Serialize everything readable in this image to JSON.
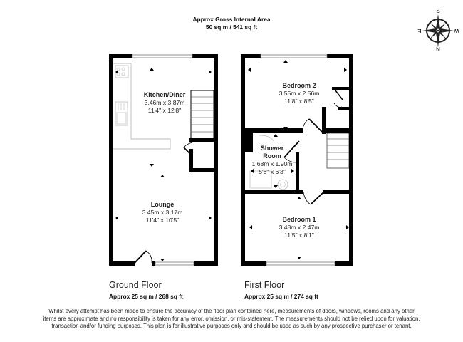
{
  "header": {
    "title": "Approx Gross Internal Area",
    "area": "50 sq m / 541 sq ft"
  },
  "compass": {
    "north": "N",
    "south": "S",
    "east": "E",
    "west": "W"
  },
  "ground_floor": {
    "title": "Ground Floor",
    "area": "Approx 25 sq m / 268 sq ft",
    "rooms": [
      {
        "name": "Kitchen/Diner",
        "metric": "3.46m x 3.87m",
        "imperial": "11'4\" x 12'8\""
      },
      {
        "name": "Lounge",
        "metric": "3.45m x 3.17m",
        "imperial": "11'4\" x 10'5\""
      }
    ]
  },
  "first_floor": {
    "title": "First Floor",
    "area": "Approx 25 sq m / 274 sq ft",
    "rooms": [
      {
        "name": "Bedroom 2",
        "metric": "3.55m x 2.56m",
        "imperial": "11'8\" x 8'5\""
      },
      {
        "name": "Shower",
        "name2": "Room",
        "metric": "1.68m x 1.90m",
        "imperial": "5'6\" x 6'3\""
      },
      {
        "name": "Bedroom 1",
        "metric": "3.48m x 2.47m",
        "imperial": "11'5\" x 8'1\""
      }
    ]
  },
  "disclaimer": "Whilst every attempt has been made to ensure the accuracy of the floor plan contained here, measurements of doors, windows, rooms and any other items are approximate and no responsibility is taken for any error, omission, or mis-statement. The measurements should not be relied upon for valuation, transaction and/or funding purposes. This plan is for illustrative purposes only and should be used as such by any prospective purchaser or tenant.",
  "colors": {
    "wall": "#000000",
    "fixture": "#bdbdbd",
    "text": "#222222"
  }
}
